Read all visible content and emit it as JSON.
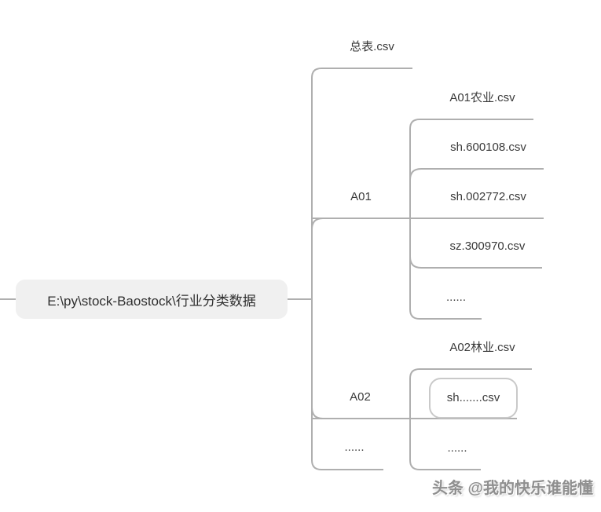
{
  "root": {
    "label": "E:\\py\\stock-Baostock\\行业分类数据"
  },
  "branches": [
    {
      "label": "总表.csv"
    },
    {
      "label": "A01",
      "children": [
        {
          "label": "A01农业.csv"
        },
        {
          "label": "sh.600108.csv"
        },
        {
          "label": "sh.002772.csv"
        },
        {
          "label": "sz.300970.csv"
        },
        {
          "label": "......"
        }
      ]
    },
    {
      "label": "A02",
      "children": [
        {
          "label": "A02林业.csv"
        },
        {
          "label": "sh.......csv",
          "boxed": true
        },
        {
          "label": "......"
        }
      ]
    },
    {
      "label": "......"
    }
  ],
  "watermark": "头条 @我的快乐谁能懂",
  "colors": {
    "line": "#afafaf",
    "boundary": "#c9c9c9",
    "text": "#3a3a3a",
    "root-fill": "#f0f0f0",
    "watermark": "#8f8f8f",
    "bg": "#ffffff"
  }
}
